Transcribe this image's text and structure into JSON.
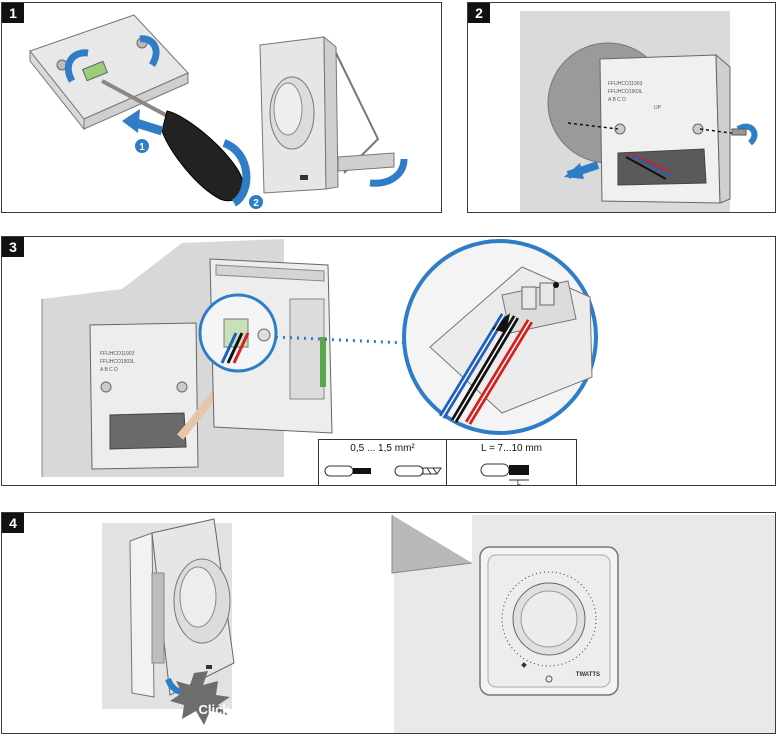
{
  "steps": [
    {
      "number": "1",
      "callouts": [
        "1",
        "2"
      ]
    },
    {
      "number": "2"
    },
    {
      "number": "3",
      "wire_table": {
        "section": "0,5 ... 1,5 mm²",
        "strip_length": "L = 7...10 mm",
        "strip_mark": "L"
      }
    },
    {
      "number": "4",
      "click_label": "Click"
    }
  ],
  "device_text": {
    "model_lines": [
      "FFUHCO11903",
      "FFUHCO1903L",
      "A B C D"
    ],
    "marking": "UP",
    "brand": "TWATTS"
  },
  "colors": {
    "accent_blue": "#2e7dc6",
    "device_grey": "#e4e4e4",
    "wall_grey": "#d6d6d6",
    "wire_blue": "#1f5fbf",
    "wire_black": "#111111",
    "wire_red": "#d62020",
    "click_star": "#6d6d6d"
  }
}
